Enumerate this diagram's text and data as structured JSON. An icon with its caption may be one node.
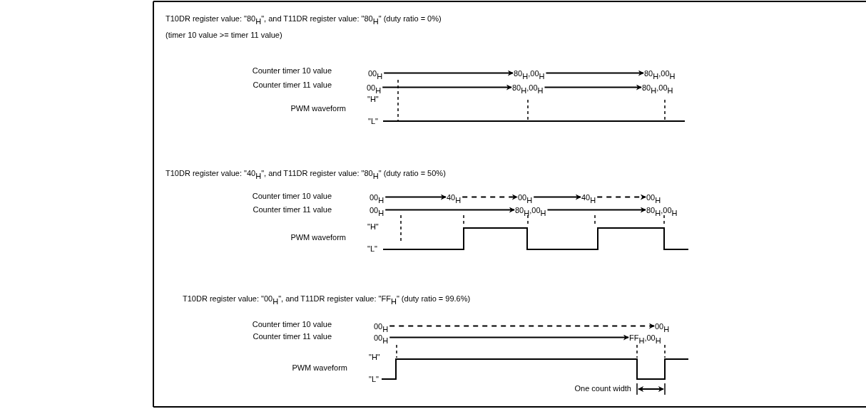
{
  "diagram": {
    "nodes": [
      {
        "text": [
          "00$_{H}$"
        ]
      },
      {
        "text": [
          "80$_{H}$,00$_{H}$"
        ]
      },
      {
        "text": [
          "80$_{H}$,00$_{H}$"
        ]
      },
      {
        "text": [
          "00$_{H}$"
        ]
      },
      {
        "text": [
          "80$_{H}$,00$_{H}$"
        ]
      },
      {
        "text": [
          "80$_{H}$,00$_{H}$"
        ]
      },
      {
        "text": [
          "00$_{H}$"
        ]
      },
      {
        "text": [
          "40$_{H}$"
        ]
      },
      {
        "text": [
          "00$_{H}$"
        ]
      },
      {
        "text": [
          "40$_{H}$"
        ]
      },
      {
        "text": [
          "00$_{H}$"
        ]
      },
      {
        "text": [
          "00$_{H}$"
        ]
      },
      {
        "text": [
          "80$_{H}$,00$_{H}$"
        ]
      },
      {
        "text": [
          "80$_{H}$,00$_{H}$"
        ]
      },
      {
        "text": [
          "00$_{H}$"
        ]
      },
      {
        "text": [
          "00$_{H}$"
        ]
      },
      {
        "text": [
          "00$_{H}$"
        ]
      },
      {
        "text": [
          "FF$_{H}$,00$_{H}$"
        ]
      }
    ],
    "edges": [
      {
        "from": 0,
        "to": 1,
        "arrow": "to"
      },
      {
        "from": 1,
        "to": 2,
        "arrow": "to"
      },
      {
        "from": 3,
        "to": 4,
        "arrow": "to"
      },
      {
        "from": 4,
        "to": 5,
        "arrow": "to"
      },
      {
        "from": 6,
        "to": 7,
        "arrow": "to"
      },
      {
        "from": 7,
        "to": 8,
        "arrow": "to",
        "style": "dashed"
      },
      {
        "from": 8,
        "to": 9,
        "arrow": "to"
      },
      {
        "from": 9,
        "to": 10,
        "arrow": "to",
        "style": "dashed"
      },
      {
        "from": 11,
        "to": 12,
        "arrow": "to"
      },
      {
        "from": 12,
        "to": 13,
        "arrow": "to"
      },
      {
        "from": 14,
        "to": 15,
        "arrow": "to",
        "style": "dashed"
      },
      {
        "from": 16,
        "to": 17,
        "arrow": "to"
      }
    ],
    "labels": [
      "T10DR register value: \"80$_{H}$\", and T11DR register value: \"80$_{H}$\" (duty ratio = 0%)",
      "(timer 10 value >= timer 11 value)",
      "Counter timer 10 value",
      "Counter timer 11 value",
      "\"H\"",
      "PWM waveform",
      "\"L\"",
      "T10DR register value: \"40$_{H}$\", and T11DR register value: \"80$_{H}$\" (duty ratio = 50%)",
      "Counter timer 10 value",
      "Counter timer 11 value",
      "\"H\"",
      "PWM waveform",
      "\"L\"",
      "T10DR register value: \"00$_{H}$\", and T11DR register value: \"FF$_{H}$\" (duty ratio = 99.6%)",
      "Counter timer 10 value",
      "Counter timer 11 value",
      "\"H\"",
      "PWM waveform",
      "\"L\"",
      "One count width"
    ]
  }
}
